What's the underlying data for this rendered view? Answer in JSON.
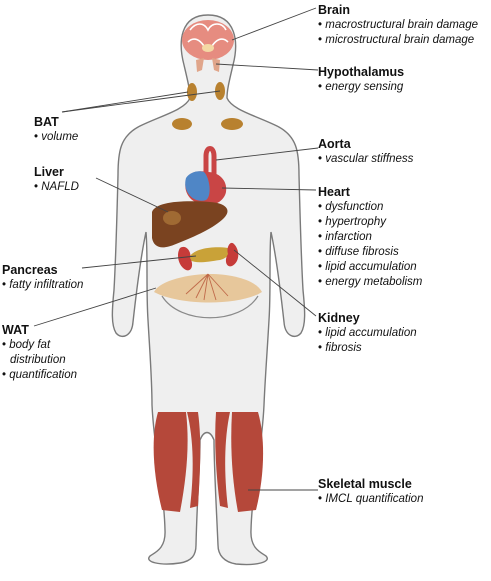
{
  "colors": {
    "skin": "#efefef",
    "outline": "#7a7a7a",
    "muscle": "#b5483a",
    "liver": "#7a4320",
    "kidney": "#c63b39",
    "heart_blue": "#4f86c6",
    "heart_red": "#c94545",
    "bat": "#b8812f",
    "wat": "#e7c79b",
    "brain": "#e68c80"
  },
  "labels": {
    "brain": {
      "title": "Brain",
      "items": [
        "macrostructural brain damage",
        "microstructural brain damage"
      ]
    },
    "hypothalamus": {
      "title": "Hypothalamus",
      "items": [
        "energy sensing"
      ]
    },
    "bat": {
      "title": "BAT",
      "items": [
        "volume"
      ]
    },
    "aorta": {
      "title": "Aorta",
      "items": [
        "vascular stiffness"
      ]
    },
    "liver": {
      "title": "Liver",
      "items": [
        "NAFLD"
      ]
    },
    "heart": {
      "title": "Heart",
      "items": [
        "dysfunction",
        "hypertrophy",
        "infarction",
        "diffuse fibrosis",
        "lipid accumulation",
        "energy metabolism"
      ]
    },
    "pancreas": {
      "title": "Pancreas",
      "items": [
        "fatty infiltration"
      ]
    },
    "kidney": {
      "title": "Kidney",
      "items": [
        "lipid accumulation",
        "fibrosis"
      ]
    },
    "wat": {
      "title": "WAT",
      "items": [
        "body fat",
        "quantification"
      ],
      "continuation": "distribution"
    },
    "skeletal_muscle": {
      "title": "Skeletal muscle",
      "items": [
        "IMCL quantification"
      ]
    }
  }
}
